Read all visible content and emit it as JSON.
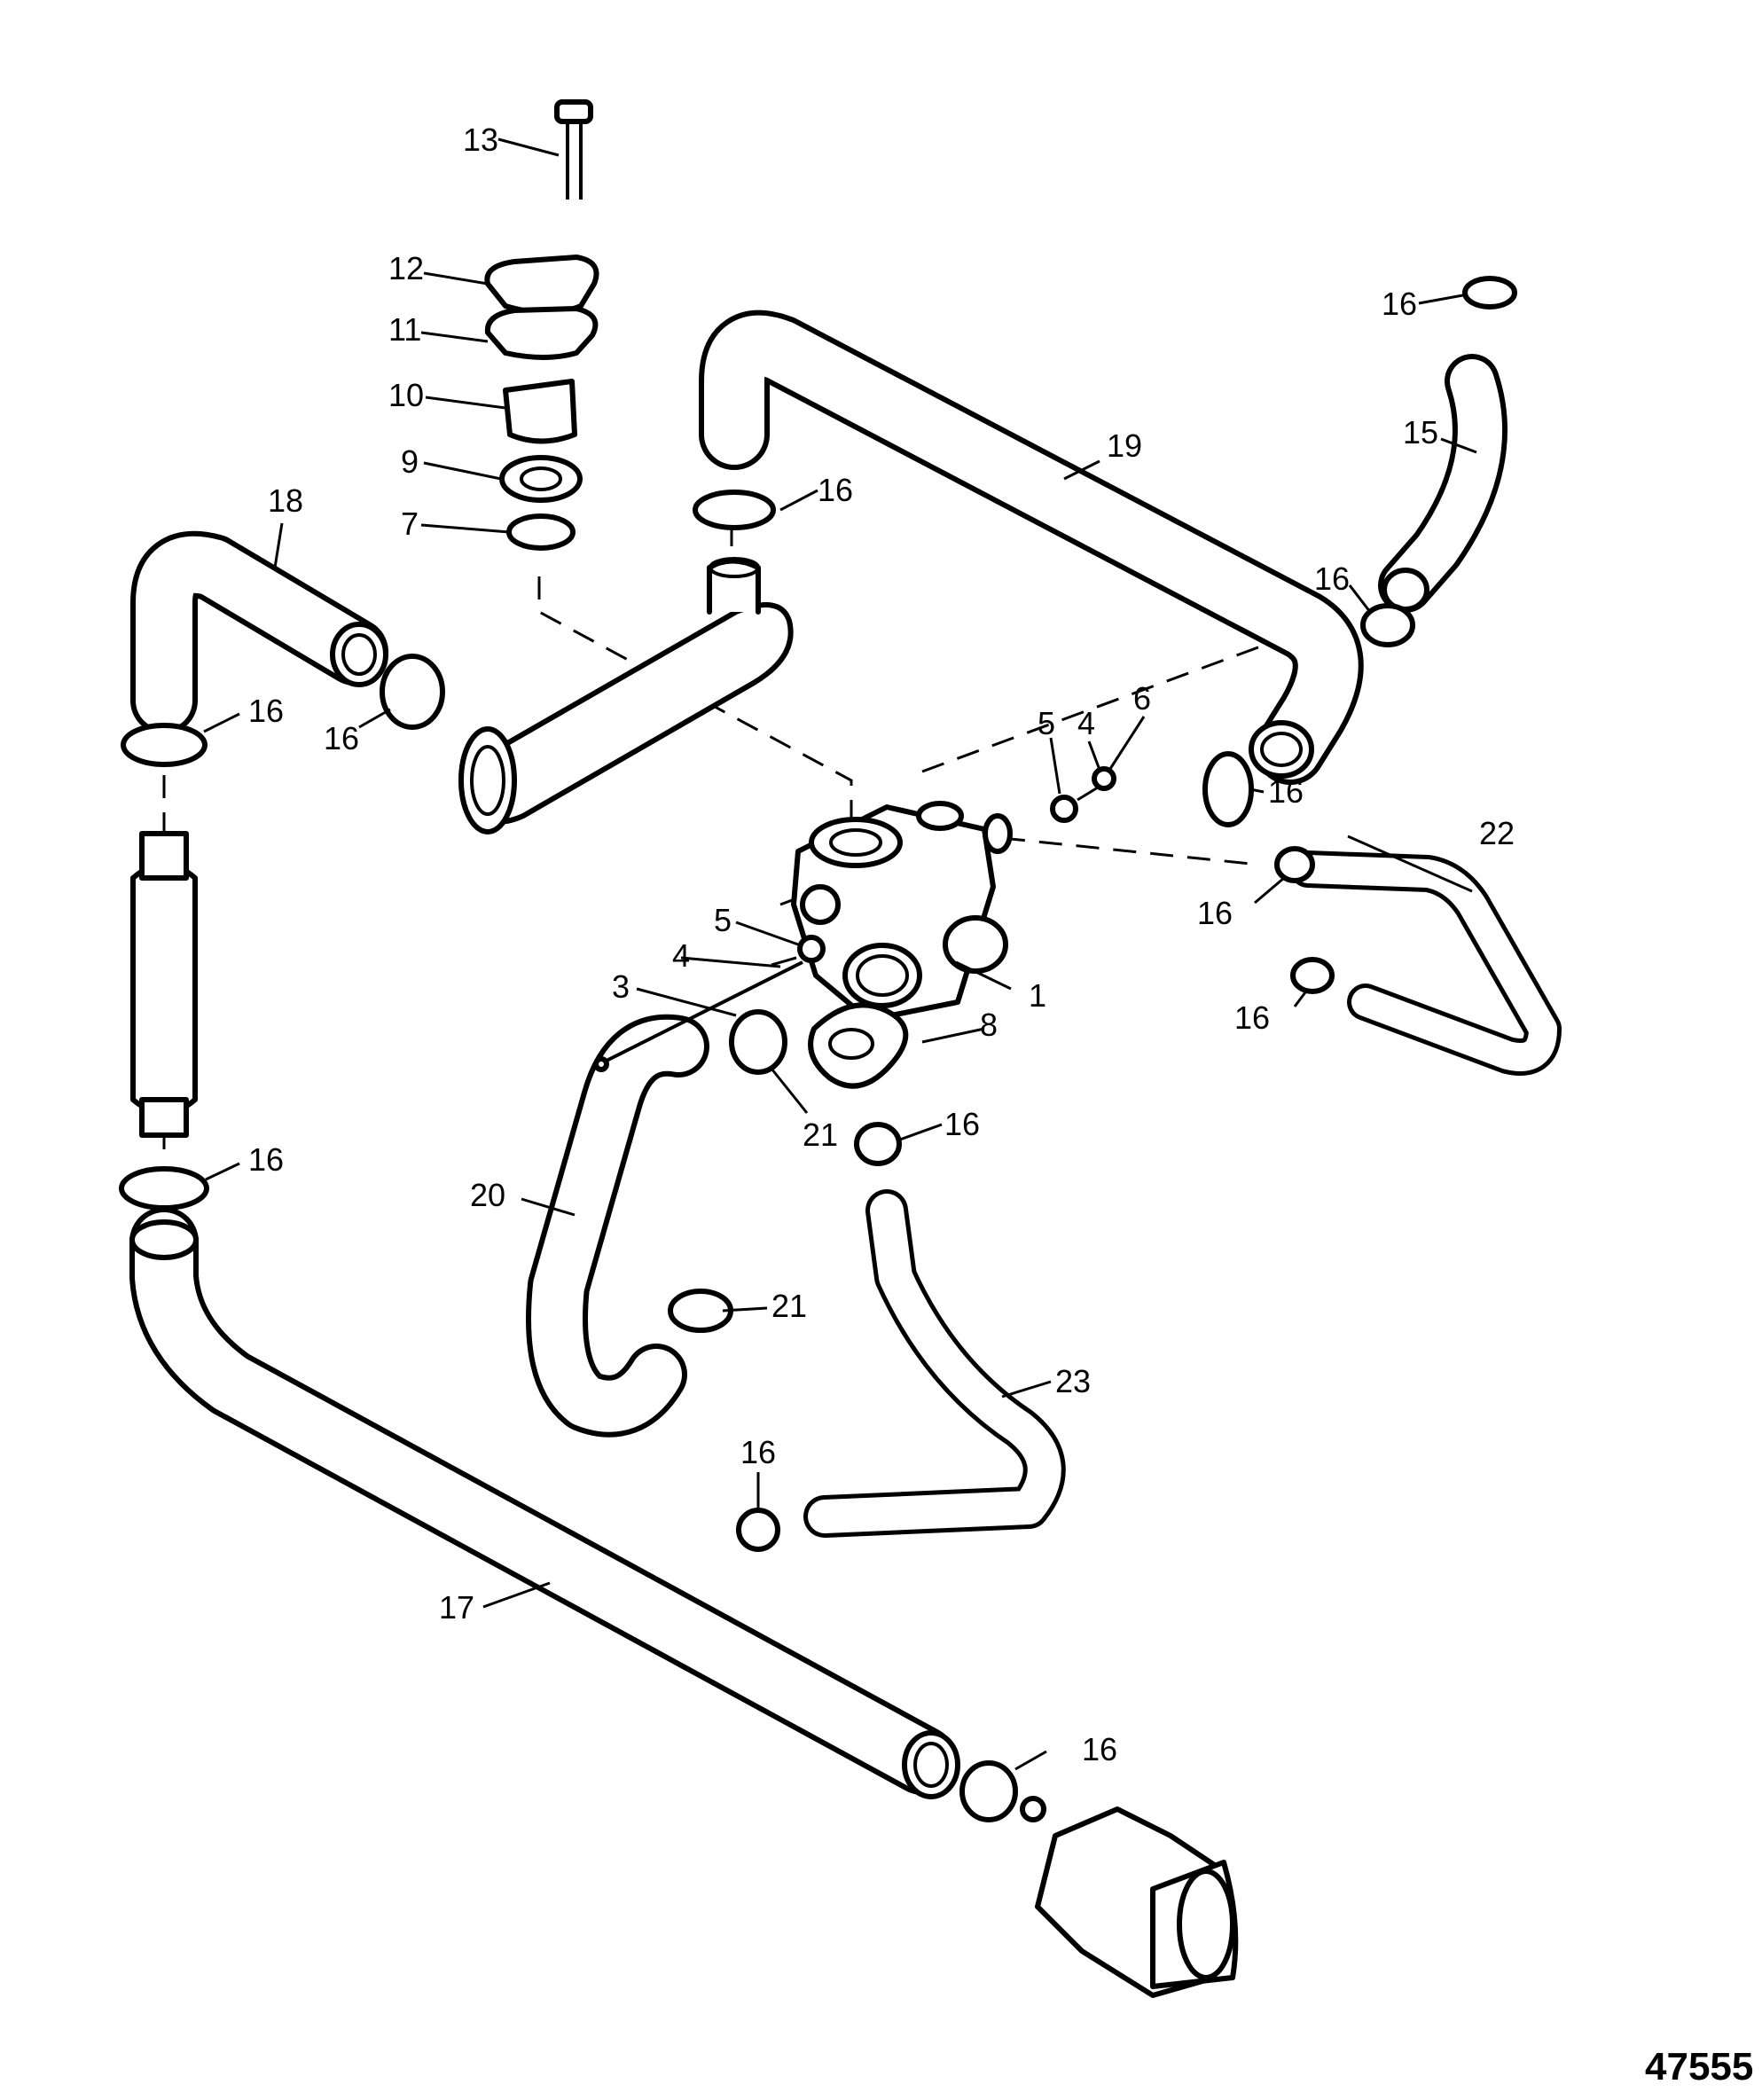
{
  "figure_number": "47555",
  "callouts": [
    {
      "id": "c13",
      "label": "13"
    },
    {
      "id": "c12",
      "label": "12"
    },
    {
      "id": "c11",
      "label": "11"
    },
    {
      "id": "c10",
      "label": "10"
    },
    {
      "id": "c9",
      "label": "9"
    },
    {
      "id": "c7",
      "label": "7"
    },
    {
      "id": "c18",
      "label": "18"
    },
    {
      "id": "c19",
      "label": "19"
    },
    {
      "id": "c15",
      "label": "15"
    },
    {
      "id": "c16a",
      "label": "16"
    },
    {
      "id": "c16b",
      "label": "16"
    },
    {
      "id": "c16c",
      "label": "16"
    },
    {
      "id": "c16d",
      "label": "16"
    },
    {
      "id": "c16e",
      "label": "16"
    },
    {
      "id": "c16f",
      "label": "16"
    },
    {
      "id": "c16g",
      "label": "16"
    },
    {
      "id": "c16h",
      "label": "16"
    },
    {
      "id": "c16i",
      "label": "16"
    },
    {
      "id": "c16j",
      "label": "16"
    },
    {
      "id": "c16k",
      "label": "16"
    },
    {
      "id": "c16l",
      "label": "16"
    },
    {
      "id": "c5a",
      "label": "5"
    },
    {
      "id": "c4a",
      "label": "4"
    },
    {
      "id": "c6",
      "label": "6"
    },
    {
      "id": "c22",
      "label": "22"
    },
    {
      "id": "c5b",
      "label": "5"
    },
    {
      "id": "c4b",
      "label": "4"
    },
    {
      "id": "c3",
      "label": "3"
    },
    {
      "id": "c1",
      "label": "1"
    },
    {
      "id": "c8",
      "label": "8"
    },
    {
      "id": "c21a",
      "label": "21"
    },
    {
      "id": "c20",
      "label": "20"
    },
    {
      "id": "c21b",
      "label": "21"
    },
    {
      "id": "c23",
      "label": "23"
    },
    {
      "id": "c17",
      "label": "17"
    }
  ]
}
